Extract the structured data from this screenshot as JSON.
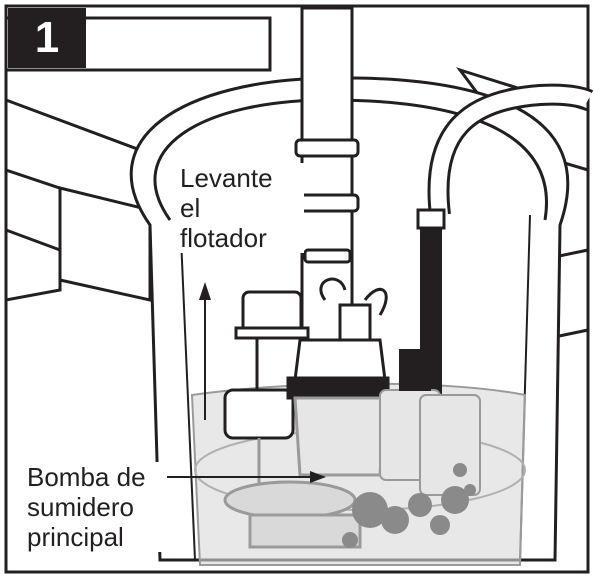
{
  "step": {
    "number": "1"
  },
  "labels": {
    "lift_float": [
      "Levante",
      "el",
      "flotador"
    ],
    "main_pump": [
      "Bomba de",
      "sumidero",
      "principal"
    ]
  },
  "icons": {
    "arrow": "arrow-up-icon",
    "callout": "arrow-right-icon"
  },
  "colors": {
    "ink": "#231f20",
    "water": "#d9d9d9",
    "debris": "#8a8a8a"
  }
}
